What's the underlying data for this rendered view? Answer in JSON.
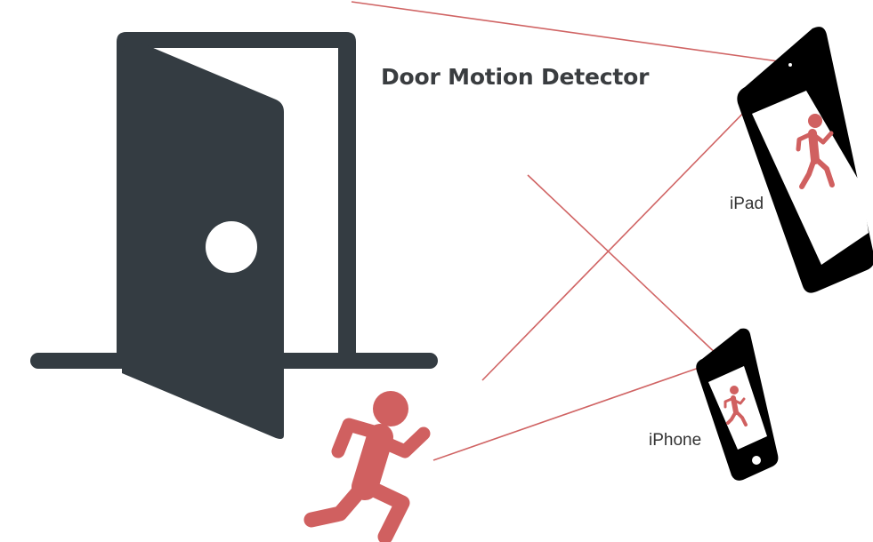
{
  "diagram": {
    "title": "Door Motion Detector",
    "devices": {
      "ipad": {
        "label": "iPad"
      },
      "iphone": {
        "label": "iPhone"
      }
    }
  },
  "colors": {
    "door": "#343c42",
    "runner": "#d06060",
    "signal_line": "#d06464",
    "device_frame": "#000000",
    "text": "#3a3d40"
  },
  "icons": [
    "open-door-icon",
    "running-person-icon",
    "ipad-icon",
    "iphone-icon"
  ]
}
